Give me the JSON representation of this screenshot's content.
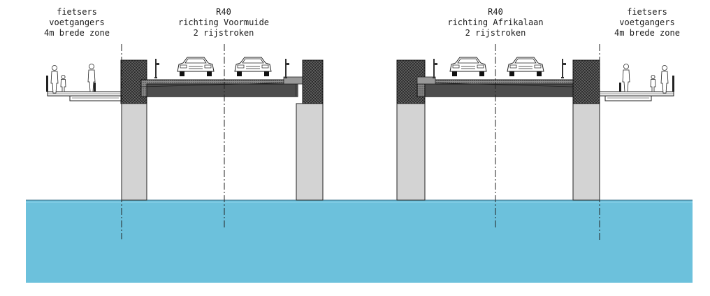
{
  "labels": {
    "left_zone": {
      "line1": "fietsers",
      "line2": "voetgangers",
      "line3": "4m brede zone"
    },
    "left_road": {
      "line1": "R40",
      "line2": "richting Voormuide",
      "line3": "2 rijstroken"
    },
    "right_road": {
      "line1": "R40",
      "line2": "richting Afrikalaan",
      "line3": "2 rijstroken"
    },
    "right_zone": {
      "line1": "fietsers",
      "line2": "voetgangers",
      "line3": "4m brede zone"
    }
  },
  "colors": {
    "water": "#6cc1dc",
    "pier": "#d3d3d3",
    "abutment": "#3a3a3a",
    "deck": "#5a5a5a",
    "line": "#222222"
  }
}
